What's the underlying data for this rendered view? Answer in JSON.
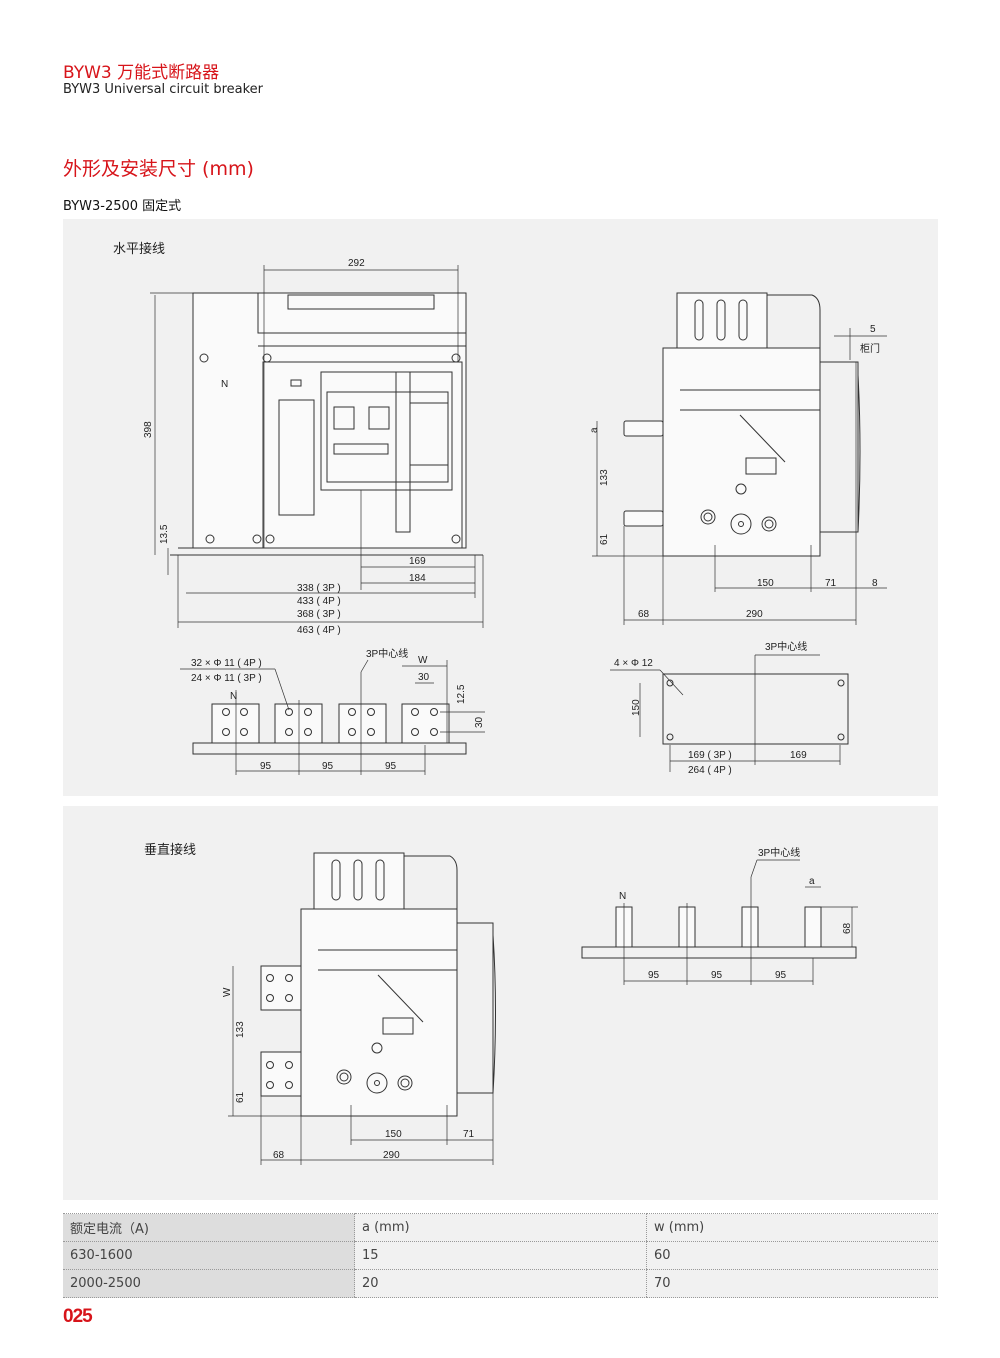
{
  "header": {
    "title_cn": "BYW3  万能式断路器",
    "title_en": "BYW3  Universal circuit breaker"
  },
  "section": {
    "title": "外形及安装尺寸 (mm)",
    "subtitle": "BYW3-2500 固定式"
  },
  "panel_horizontal": {
    "title": "水平接线",
    "front": {
      "w292": "292",
      "h398": "398",
      "h13_5": "13.5",
      "n": "N",
      "d169": "169",
      "d184": "184",
      "d338": "338 ( 3P )",
      "d433": "433 ( 4P )",
      "d368": "368 ( 3P )",
      "d463": "463 ( 4P )"
    },
    "side": {
      "d5": "5",
      "door": "柜门",
      "a": "a",
      "d133": "133",
      "d61": "61",
      "d150": "150",
      "d71": "71",
      "d8": "8",
      "d68": "68",
      "d290": "290"
    },
    "terminals": {
      "holes4p": "32 × Φ 11 ( 4P )",
      "holes3p": "24 × Φ 11 ( 3P )",
      "n": "N",
      "center": "3P中心线",
      "w": "W",
      "d30a": "30",
      "d12_5": "12.5",
      "d30b": "30",
      "d95a": "95",
      "d95b": "95",
      "d95c": "95"
    },
    "mount": {
      "holes": "4 × Φ 12",
      "center": "3P中心线",
      "d150": "150",
      "d169_3p": "169 ( 3P )",
      "d169": "169",
      "d264": "264 ( 4P )"
    }
  },
  "panel_vertical": {
    "title": "垂直接线",
    "side": {
      "w": "W",
      "d133": "133",
      "d61": "61",
      "d150": "150",
      "d71": "71",
      "d68": "68",
      "d290": "290"
    },
    "bars": {
      "center": "3P中心线",
      "n": "N",
      "a": "a",
      "d68": "68",
      "d95a": "95",
      "d95b": "95",
      "d95c": "95"
    }
  },
  "table": {
    "headers": [
      "额定电流（A)",
      "a (mm)",
      "w (mm)"
    ],
    "rows": [
      [
        "630-1600",
        "15",
        "60"
      ],
      [
        "2000-2500",
        "20",
        "70"
      ]
    ]
  },
  "page_number": "025"
}
